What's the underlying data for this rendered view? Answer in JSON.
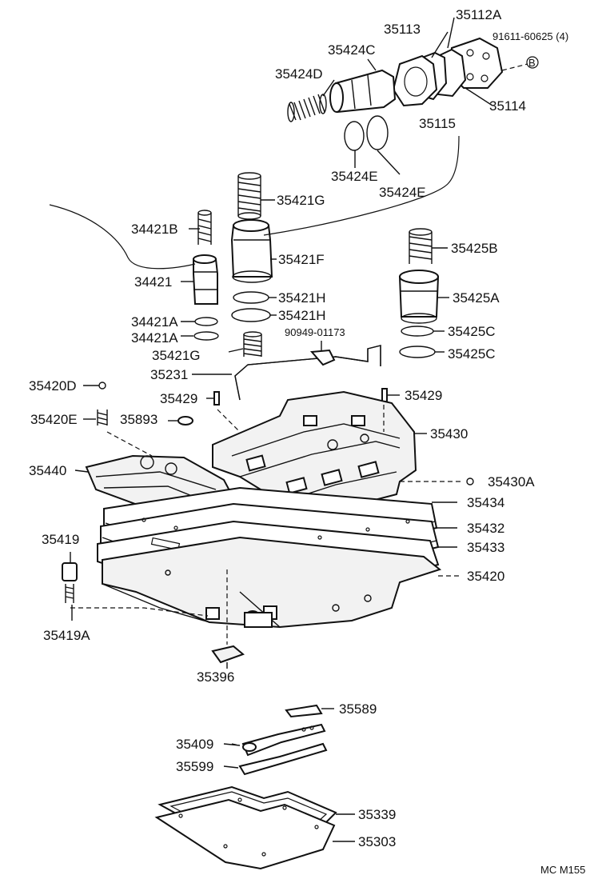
{
  "diagram": {
    "footer": "MC M155",
    "labels": {
      "p35112A": "35112A",
      "p35113": "35113",
      "p91611": "91611-60625 (4)",
      "p35424C": "35424C",
      "p35424D": "35424D",
      "p35114": "35114",
      "p35115": "35115",
      "p35424E_a": "35424E",
      "p35424E_b": "35424E",
      "p35421G_top": "35421G",
      "p34421B": "34421B",
      "p35421F": "35421F",
      "p35425B": "35425B",
      "p34421": "34421",
      "p35421H_a": "35421H",
      "p35425A": "35425A",
      "p34421A_a": "34421A",
      "p35421H_b": "35421H",
      "p90949": "90949-01173",
      "p34421A_b": "34421A",
      "p35425C_a": "35425C",
      "p35421G_mid": "35421G",
      "p35425C_b": "35425C",
      "p35231": "35231",
      "p35420D": "35420D",
      "p35429_a": "35429",
      "p35429_b": "35429",
      "p35420E": "35420E",
      "p35893": "35893",
      "p35430": "35430",
      "p35440": "35440",
      "p35430A": "35430A",
      "p35434": "35434",
      "p35419": "35419",
      "p35432": "35432",
      "p35433": "35433",
      "p35420": "35420",
      "p35419A": "35419A",
      "p35396": "35396",
      "p35589": "35589",
      "p35409": "35409",
      "p35599": "35599",
      "p35339": "35339",
      "p35303": "35303"
    },
    "callout_B": "B"
  }
}
